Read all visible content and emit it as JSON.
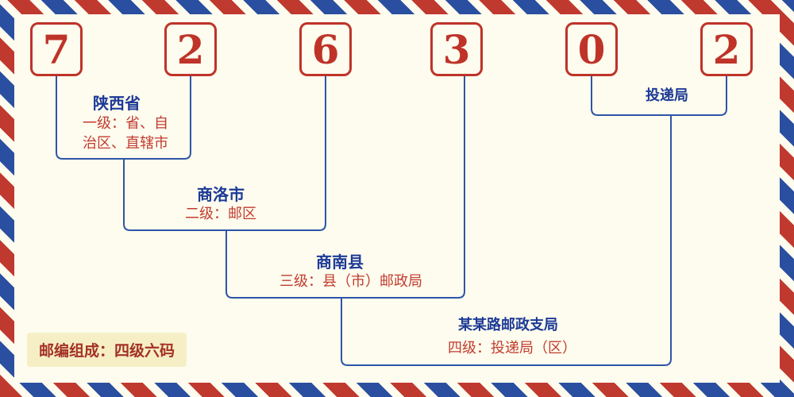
{
  "postal_code": "726302",
  "digits": [
    "7",
    "2",
    "6",
    "3",
    "0",
    "2"
  ],
  "level1": {
    "name": "陕西省",
    "desc_line1": "一级：省、自",
    "desc_line2": "治区、直辖市"
  },
  "level2": {
    "name": "商洛市",
    "desc": "二级：邮区"
  },
  "level3": {
    "name": "商南县",
    "desc": "三级：县（市）邮政局"
  },
  "level4": {
    "name": "某某路邮政支局",
    "desc": "四级：投递局（区）"
  },
  "delivery": {
    "name": "投递局"
  },
  "footer": {
    "composition": "邮编组成：四级六码"
  },
  "colors": {
    "digit_red": "#bf3329",
    "line_blue": "#2e55a8",
    "place_blue": "#1d3a96",
    "desc_red": "#c23b2e",
    "badge_bg": "#f6efc6",
    "badge_text": "#a33126",
    "background": "#fdfcee",
    "stripe_red": "#c0392f",
    "stripe_blue": "#2b4fa0"
  }
}
